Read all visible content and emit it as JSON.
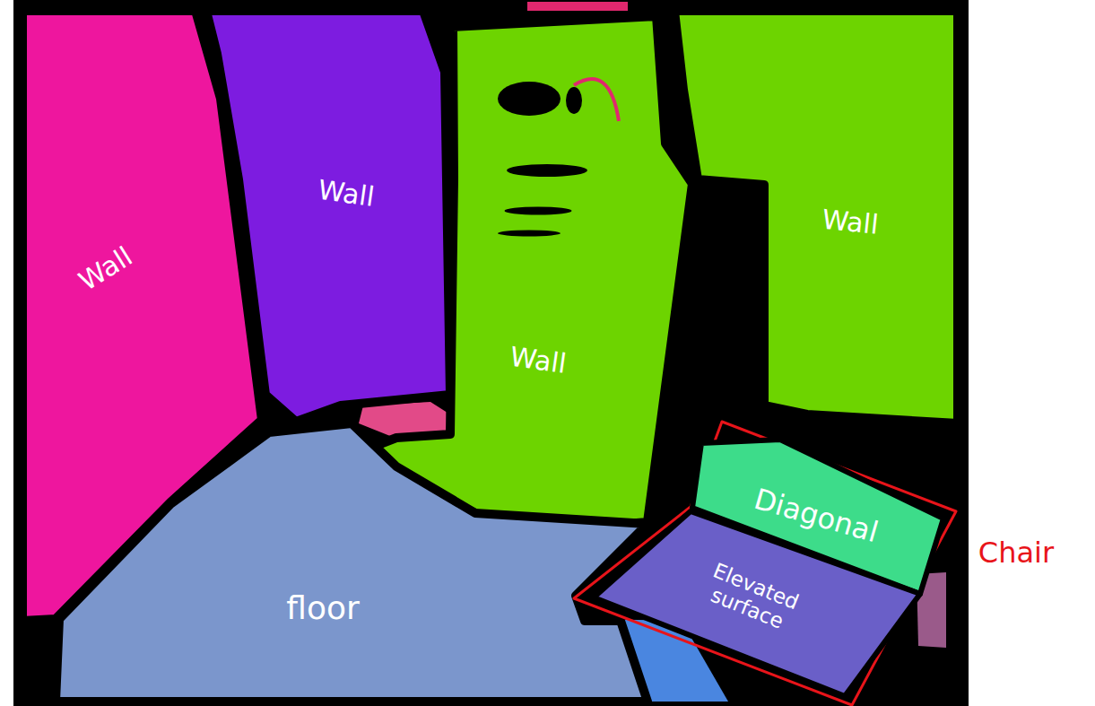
{
  "diagram": {
    "nodes": [
      {
        "text": [
          "Wall"
        ]
      },
      {
        "text": [
          "Wall"
        ]
      },
      {
        "text": [
          "Wall"
        ]
      },
      {
        "text": [
          "Wall"
        ]
      },
      {
        "text": [
          "floor"
        ]
      },
      {
        "text": [
          "Chair"
        ]
      },
      {
        "text": [
          "Diagonal"
        ],
        "in": 5
      },
      {
        "text": [
          "Elevated surface"
        ],
        "in": 5
      }
    ]
  }
}
